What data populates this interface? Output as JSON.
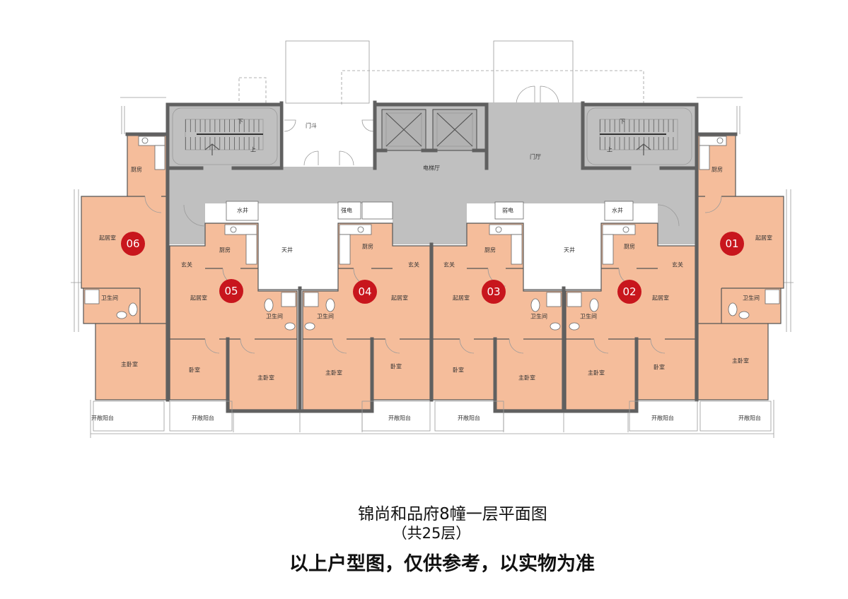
{
  "plan": {
    "units": [
      {
        "number": "01"
      },
      {
        "number": "02"
      },
      {
        "number": "03"
      },
      {
        "number": "04"
      },
      {
        "number": "05"
      },
      {
        "number": "06"
      }
    ],
    "rooms": {
      "living": "起居室",
      "kitchen": "厨房",
      "bathroom": "卫生间",
      "master_bedroom": "主卧室",
      "bedroom": "卧室",
      "foyer": "玄关",
      "balcony": "开敞阳台",
      "lightwell": "天井",
      "water_shaft": "水井",
      "strong_power": "强电",
      "weak_power": "弱电"
    },
    "core": {
      "vestibule": "门斗",
      "elevator_lobby": "电梯厅",
      "entrance_hall": "门厅",
      "stair_down": "下",
      "stair_up": "上"
    }
  },
  "caption": {
    "title": "锦尚和品府8幢一层平面图",
    "floors": "（共25层）",
    "disclaimer": "以上户型图，仅供参考，以实物为准"
  },
  "colors": {
    "unit_fill": "#f5bd9b",
    "core_fill": "#c0c0c0",
    "wall": "#606060",
    "badge": "#c8161d",
    "badge_text": "#ffffff"
  }
}
